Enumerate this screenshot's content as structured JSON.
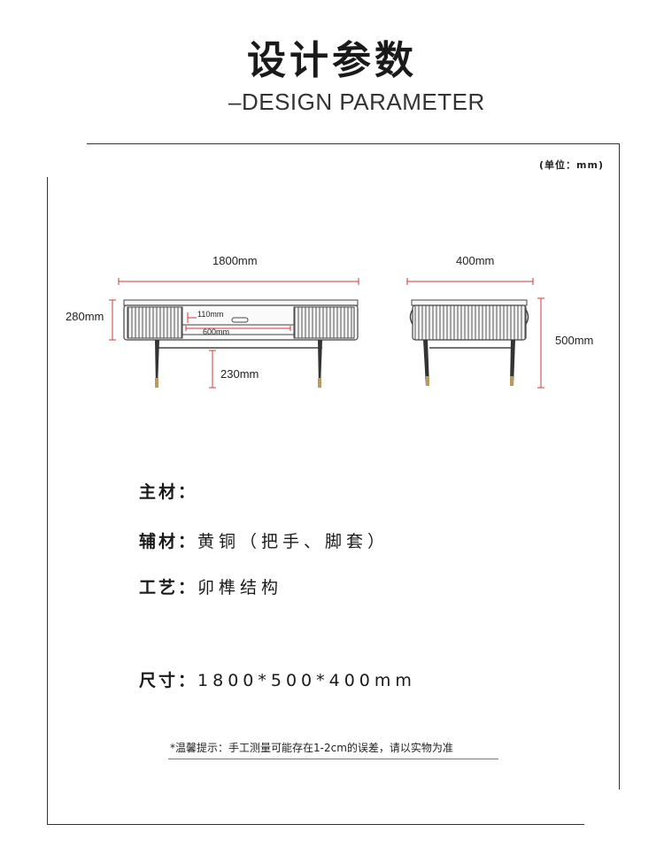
{
  "header": {
    "title_cn": "设计参数",
    "title_en": "–DESIGN PARAMETER"
  },
  "unit_label": "(单位：mm)",
  "dimensions": {
    "front_width": "1800mm",
    "front_height": "280mm",
    "drawer_handle": "110mm",
    "inner_opening": "600mm",
    "leg_height": "230mm",
    "side_depth": "400mm",
    "side_height": "500mm"
  },
  "specs": [
    {
      "key": "主材：",
      "value": ""
    },
    {
      "key": "辅材：",
      "value": "黄铜（把手、脚套）"
    },
    {
      "key": "工艺：",
      "value": "卯榫结构"
    },
    {
      "key": "尺寸：",
      "value": "1800*500*400mm"
    }
  ],
  "note": "*温馨提示：手工测量可能存在1-2cm的误差，请以实物为准",
  "colors": {
    "dimension_line": "#d23a3a",
    "furniture": "#444444"
  }
}
